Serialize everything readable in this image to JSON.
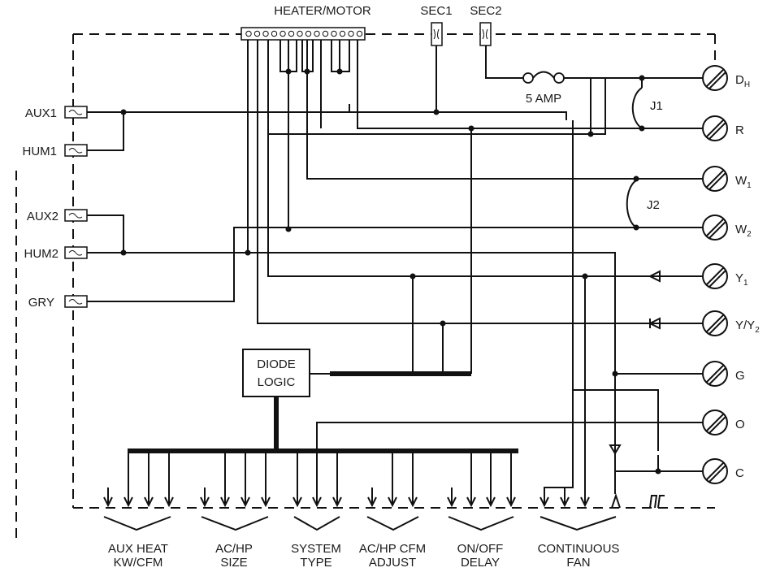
{
  "top_labels": {
    "heater_motor": "HEATER/MOTOR",
    "sec1": "SEC1",
    "sec2": "SEC2"
  },
  "fuse_label": "5 AMP",
  "jumpers": {
    "j1": "J1",
    "j2": "J2"
  },
  "left_connectors": [
    "AUX1",
    "HUM1",
    "AUX2",
    "HUM2",
    "GRY"
  ],
  "terminals": [
    {
      "main": "D",
      "sub": "H"
    },
    {
      "main": "R",
      "sub": ""
    },
    {
      "main": "W",
      "sub": "1"
    },
    {
      "main": "W",
      "sub": "2"
    },
    {
      "main": "Y",
      "sub": "1"
    },
    {
      "main": "Y/Y",
      "sub": "2"
    },
    {
      "main": "G",
      "sub": ""
    },
    {
      "main": "O",
      "sub": ""
    },
    {
      "main": "C",
      "sub": ""
    }
  ],
  "diode_logic": {
    "line1": "DIODE",
    "line2": "LOGIC"
  },
  "dip_groups": [
    {
      "line1": "AUX HEAT",
      "line2": "KW/CFM"
    },
    {
      "line1": "AC/HP",
      "line2": "SIZE"
    },
    {
      "line1": "SYSTEM",
      "line2": "TYPE"
    },
    {
      "line1": "AC/HP CFM",
      "line2": "ADJUST"
    },
    {
      "line1": "ON/OFF",
      "line2": "DELAY"
    },
    {
      "line1": "CONTINUOUS",
      "line2": "FAN"
    }
  ]
}
